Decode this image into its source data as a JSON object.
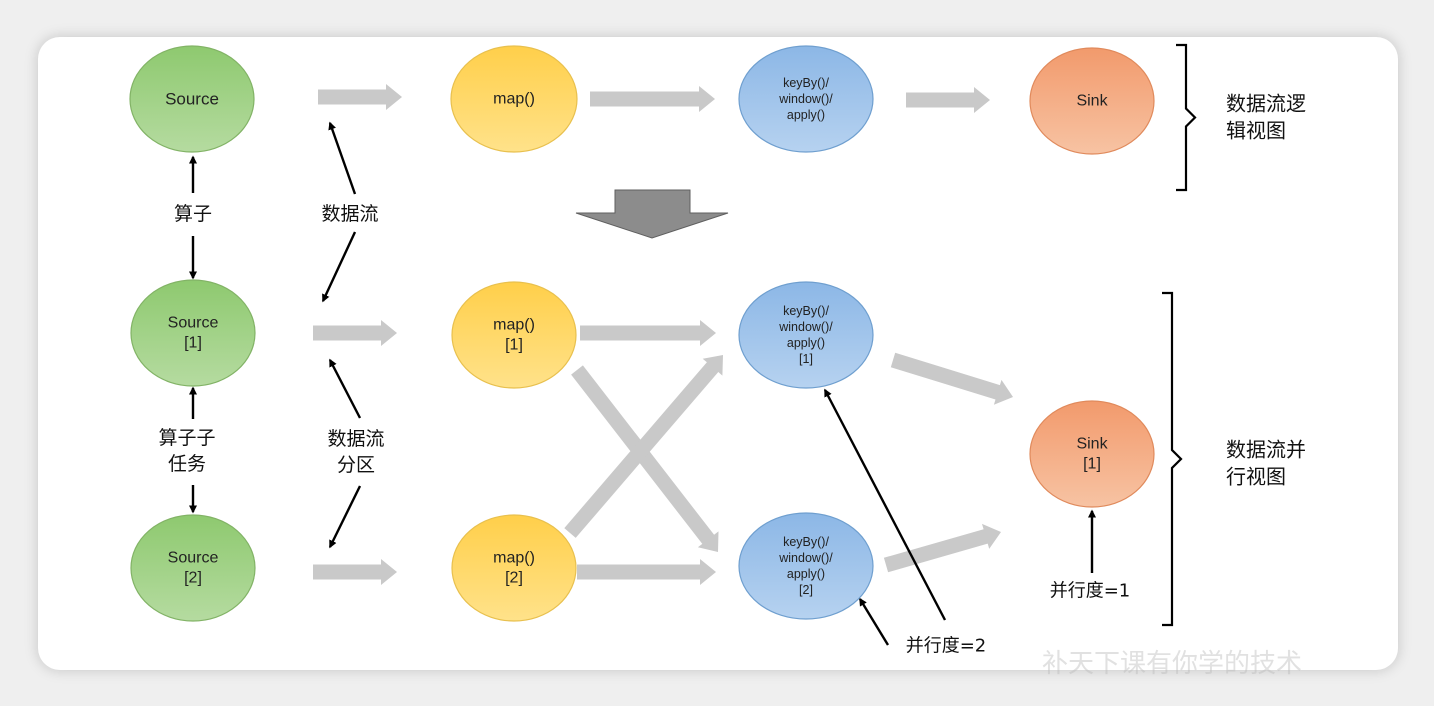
{
  "nodes": {
    "source": [
      "Source"
    ],
    "map": [
      "map()"
    ],
    "keyby": [
      "keyBy()/",
      "window()/",
      "apply()"
    ],
    "sink": [
      "Sink"
    ],
    "source1": [
      "Source",
      "[1]"
    ],
    "source2": [
      "Source",
      "[2]"
    ],
    "map1": [
      "map()",
      "[1]"
    ],
    "map2": [
      "map()",
      "[2]"
    ],
    "keyby1": [
      "keyBy()/",
      "window()/",
      "apply()",
      "[1]"
    ],
    "keyby2": [
      "keyBy()/",
      "window()/",
      "apply()",
      "[2]"
    ],
    "sink1": [
      "Sink",
      "[1]"
    ]
  },
  "labels": {
    "operator": [
      "算子"
    ],
    "dataflow": [
      "数据流"
    ],
    "subtask": [
      "算子子",
      "任务"
    ],
    "partition": [
      "数据流",
      "分区"
    ],
    "logical_view": [
      "数据流逻",
      "辑视图"
    ],
    "parallel_view": [
      "数据流并",
      "行视图"
    ],
    "parallelism_2": [
      "并行度=2"
    ],
    "parallelism_1": [
      "并行度=1"
    ]
  },
  "watermark": "补天下课有你学的技术",
  "colors": {
    "green_fill": "#a9d18e",
    "green_stroke": "#82b366",
    "yellow_fill": "#ffd966",
    "yellow_stroke": "#e8c04e",
    "blue_fill": "#9dc3e6",
    "blue_stroke": "#6f9fcf",
    "orange_fill": "#f4b183",
    "orange_stroke": "#e08a5c",
    "arrow_gray": "#c9c9c9",
    "down_arrow": "#8c8c8c"
  }
}
